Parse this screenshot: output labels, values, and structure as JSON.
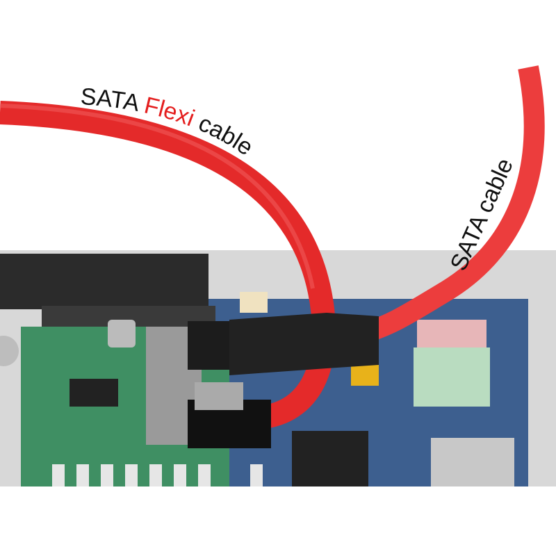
{
  "labels": {
    "flexi_prefix": "SATA ",
    "flexi_highlight": "Flexi",
    "flexi_suffix": " cable",
    "standard": "SATA cable"
  },
  "colors": {
    "cable": "#e42a2a",
    "cable_light": "#f05a5a",
    "highlight_text": "#e41e1e",
    "board_green": "#3f8f63",
    "board_blue": "#3d5f8f",
    "connector": "#1c1c1c"
  }
}
